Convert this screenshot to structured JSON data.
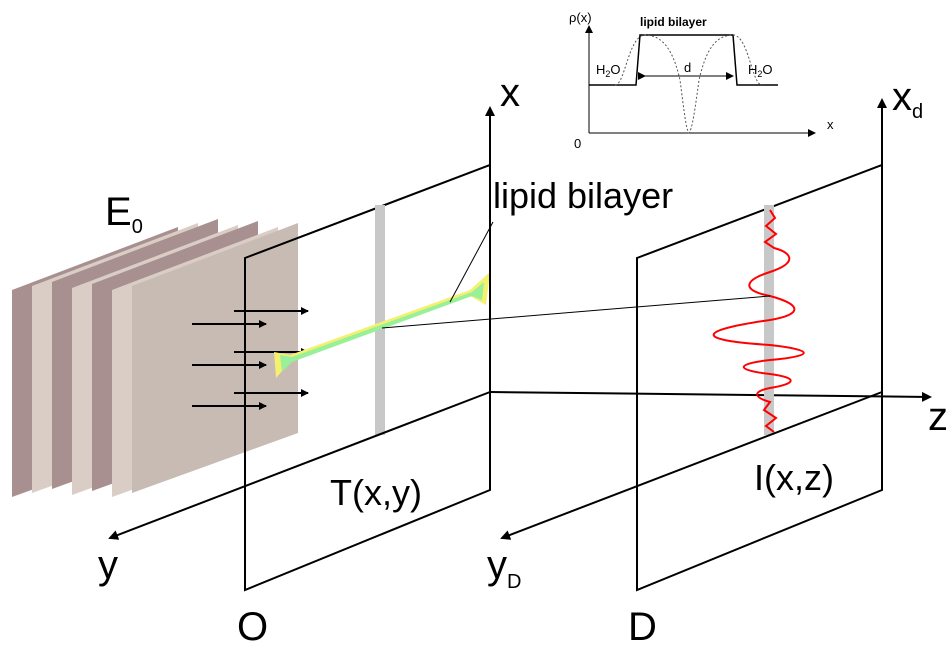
{
  "source_label": "E",
  "source_subscript": "0",
  "object_axis_x": "x",
  "object_axis_y": "y",
  "object_plane_label": "O",
  "object_function": "T(x,y)",
  "detector_axis_x": "x",
  "detector_axis_x_sub": "d",
  "detector_axis_y": "y",
  "detector_axis_y_sub": "D",
  "detector_plane_label": "D",
  "propagation_axis": "z",
  "intensity_label": "I(x,z)",
  "bilayer_callout": "lipid bilayer",
  "inset": {
    "ylabel": "ρ(x)",
    "title": "lipid bilayer",
    "left_region": "H",
    "left_sub": "2",
    "left_end": "O",
    "right_region": "H",
    "right_sub": "2",
    "right_end": "O",
    "thickness": "d",
    "origin": "0",
    "xlabel": "x"
  },
  "colors": {
    "plate_dark": "#a89090",
    "plate_light": "#d9cdc6",
    "bilayer_green": "#98f098",
    "bilayer_yellow": "#f5f070",
    "strip_gray": "#c8c8c8",
    "signal_red": "#ff0000"
  }
}
